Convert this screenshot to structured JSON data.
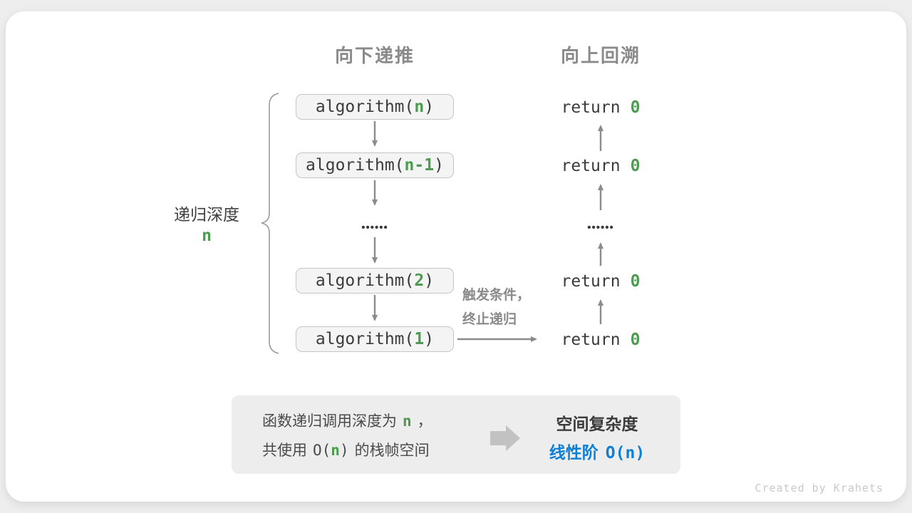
{
  "colors": {
    "green_accent": "#4C9B50",
    "blue_accent": "#0C80D6",
    "arrow_gray": "#8b8b8b",
    "header_gray": "#8a8a8a",
    "box_fill": "#f4f4f4",
    "box_border": "#c5c5c5",
    "summary_fill": "#ededed"
  },
  "headers": {
    "downward": "向下递推",
    "upward": "向上回溯"
  },
  "depth": {
    "label": "递归深度",
    "value": "n"
  },
  "stack": {
    "boxes": [
      {
        "pre": "algorithm(",
        "arg": "n",
        "post": ")"
      },
      {
        "pre": "algorithm(",
        "arg": "n-1",
        "post": ")"
      },
      {
        "pre": "algorithm(",
        "arg": "2",
        "post": ")"
      },
      {
        "pre": "algorithm(",
        "arg": "1",
        "post": ")"
      }
    ],
    "ellipsis": "••••••"
  },
  "returns": {
    "items": [
      {
        "kw": "return",
        "val": "0"
      },
      {
        "kw": "return",
        "val": "0"
      },
      {
        "kw": "return",
        "val": "0"
      },
      {
        "kw": "return",
        "val": "0"
      }
    ],
    "ellipsis": "••••••"
  },
  "base_case": {
    "line1": "触发条件，",
    "line2": "终止递归"
  },
  "summary": {
    "line1": {
      "a": "函数递归调用深度为",
      "b": "n",
      "c": "，"
    },
    "line2": {
      "a": "共使用",
      "b": "O(",
      "c": "n",
      "d": ")",
      "e": "的栈帧空间"
    },
    "title": "空间复杂度",
    "result": {
      "a": "线性阶",
      "b": "O(",
      "c": "n",
      "d": ")"
    }
  },
  "credit": "Created by Krahets"
}
